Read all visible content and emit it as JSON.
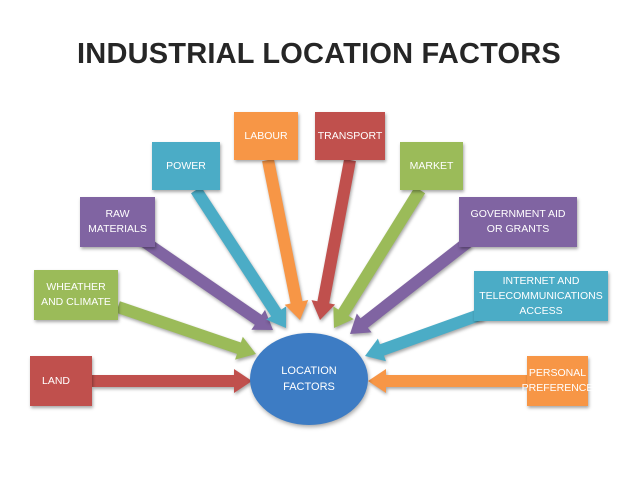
{
  "title": "INDUSTRIAL LOCATION FACTORS",
  "hub": {
    "label": "LOCATION FACTORS",
    "color": "#3d7cc4"
  },
  "factors": [
    {
      "id": "land",
      "label": "LAND",
      "color": "#c0504d"
    },
    {
      "id": "weather",
      "label": "WHEATHER AND CLIMATE",
      "color": "#9bbb59"
    },
    {
      "id": "raw",
      "label": "RAW MATERIALS",
      "color": "#8064a2"
    },
    {
      "id": "power",
      "label": "POWER",
      "color": "#4bacc6"
    },
    {
      "id": "labour",
      "label": "LABOUR",
      "color": "#f79646"
    },
    {
      "id": "transport",
      "label": "TRANSPORT",
      "color": "#c0504d"
    },
    {
      "id": "market",
      "label": "MARKET",
      "color": "#9bbb59"
    },
    {
      "id": "govt",
      "label": "GOVERNMENT AID OR GRANTS",
      "color": "#8064a2"
    },
    {
      "id": "internet",
      "label": "INTERNET AND TELECOMMUNICATIONS ACCESS",
      "color": "#4bacc6"
    },
    {
      "id": "personal",
      "label": "PERSONAL PREFERENCE",
      "color": "#f79646"
    }
  ]
}
